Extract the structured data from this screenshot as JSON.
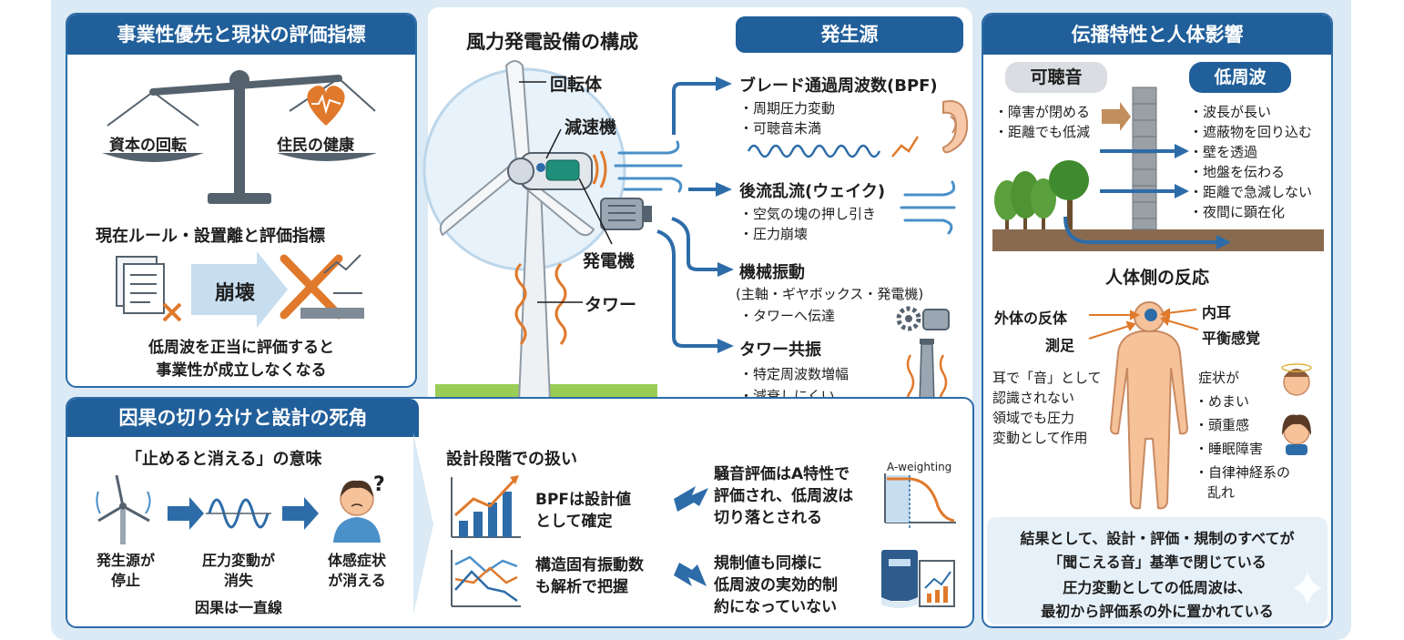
{
  "left_top": {
    "header": "事業性優先と現状の評価指標",
    "scale_left": "資本の回転",
    "scale_right": "住民の健康",
    "rule_title": "現在ルール・設置離と評価指標",
    "collapse": "崩壊",
    "conclusion_line1": "低周波を正当に評価すると",
    "conclusion_line2": "事業性が成立しなくなる"
  },
  "center": {
    "title": "風力発電設備の構成",
    "label_rotor": "回転体",
    "label_gearbox": "減速機",
    "label_generator": "発電機",
    "label_tower": "タワー"
  },
  "sources": {
    "header": "発生源",
    "items": [
      {
        "title": "ブレード通過周波数(BPF)",
        "bullets": [
          "・周期圧力変動",
          "・可聴音未満"
        ]
      },
      {
        "title": "後流乱流(ウェイク)",
        "bullets": [
          "・空気の塊の押し引き",
          "・圧力崩壊"
        ]
      },
      {
        "title": "機械振動",
        "subtitle": "(主軸・ギヤボックス・発電機)",
        "bullets": [
          "・タワーへ伝達"
        ]
      },
      {
        "title": "タワー共振",
        "bullets": [
          "・特定周波数増幅",
          "・減衰しにくい"
        ]
      }
    ]
  },
  "right": {
    "header": "伝播特性と人体影響",
    "audible_label": "可聴音",
    "audible_items": [
      "・障害が閉める",
      "・距離でも低減"
    ],
    "low_label": "低周波",
    "low_items": [
      "・波長が長い",
      "・遮蔽物を回り込む",
      "・壁を透過",
      "・地盤を伝わる",
      "・距離で急減しない",
      "・夜間に顕在化"
    ],
    "body_title": "人体側の反応",
    "body_labels": {
      "l1": "外体の反体",
      "l2": "測足",
      "r1": "内耳",
      "r2": "平衡感覚"
    },
    "ear_note": [
      "耳で「音」として",
      "認識されない",
      "領域でも圧力",
      "変動として作用"
    ],
    "symptoms_title": "症状が",
    "symptoms": [
      "・めまい",
      "・頭重感",
      "・睡眠障害",
      "・自律神経系の",
      "乱れ"
    ],
    "summary": [
      "結果として、設計・評価・規制のすべてが",
      "「聞こえる音」基準で閉じている",
      "圧力変動としての低周波は、",
      "最初から評価系の外に置かれている"
    ]
  },
  "bottom": {
    "header": "因果の切り分けと設計の死角",
    "meaning_title": "「止めると消える」の意味",
    "steps": [
      {
        "l1": "発生源が",
        "l2": "停止"
      },
      {
        "l1": "圧力変動が",
        "l2": "消失"
      },
      {
        "l1": "体感症状",
        "l2": "が消える"
      }
    ],
    "causal": "因果は一直線",
    "question_mark": "?",
    "design_title": "設計段階での扱い",
    "design_rows": [
      {
        "left": [
          "BPFは設計値",
          "として確定"
        ],
        "right": [
          "騒音評価はA特性で",
          "評価され、低周波は",
          "切り落とされる"
        ]
      },
      {
        "left": [
          "構造固有振動数",
          "も解析で把握"
        ],
        "right": [
          "規制値も同様に",
          "低周波の実効的制",
          "約になっていない"
        ]
      }
    ],
    "aweighting_label": "A-weighting"
  },
  "colors": {
    "navy": "#215f9a",
    "blue": "#2d6ca8",
    "orange": "#e0792b",
    "light": "#dbeaf5"
  }
}
